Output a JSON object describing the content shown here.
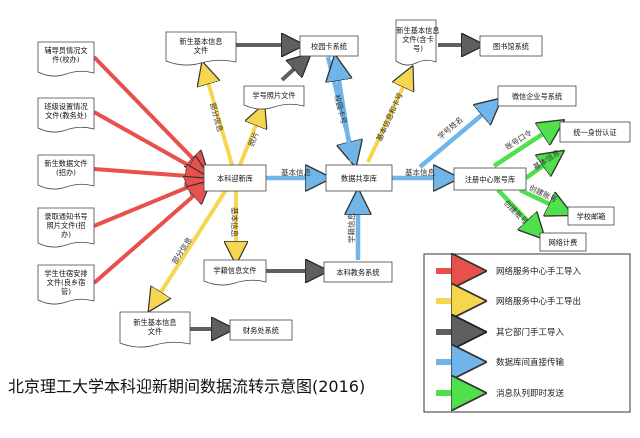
{
  "title": "北京理工大学本科迎新期间数据流转示意图(2016)",
  "colors": {
    "red": "#e8514b",
    "yellow": "#f7d64f",
    "gray": "#5f5f5f",
    "blue": "#6fb5ea",
    "green": "#4fe04c"
  },
  "nodes": {
    "n_fudao": [
      "辅导员情况文",
      "件(校办)"
    ],
    "n_banji": [
      "班级设置情况",
      "文件(教务处)"
    ],
    "n_xinsheng_shuju": [
      "新生数据文件",
      "(招办)"
    ],
    "n_luqu": [
      "录取通知书号",
      "照片文件(招",
      "办)"
    ],
    "n_zhusu": [
      "学生住宿安排",
      "文件(良乡宿",
      "管)"
    ],
    "n_xsjbxx_top": [
      "新生基本信息",
      "文件"
    ],
    "n_xuehao_photo": [
      "学号照片文件"
    ],
    "n_xiaoyuanka": [
      "校园卡系统"
    ],
    "n_xsjbxx_card": [
      "新生基本信息",
      "文件(含卡",
      "号)"
    ],
    "n_tushuguan": [
      "图书馆系统"
    ],
    "n_weixin": [
      "微信企业号系统"
    ],
    "n_tongyi": [
      "统一身份认证"
    ],
    "n_yingxin": [
      "本科迎新库"
    ],
    "n_gongxiang": [
      "数据共享库"
    ],
    "n_zhuce": [
      "注册中心账号库"
    ],
    "n_youxiang": [
      "学校邮箱"
    ],
    "n_jifei": [
      "网络计费"
    ],
    "n_xueji": [
      "学籍信息文件"
    ],
    "n_jiaowu": [
      "本科教务系统"
    ],
    "n_xsjbxx_bottom": [
      "新生基本信息",
      "文件"
    ],
    "n_caiwu": [
      "财务处系统"
    ]
  },
  "edge_labels": {
    "e_yx_xs": "部分信息",
    "e_yx_photo": "照片",
    "e_yx_gx": "基本信息",
    "e_gx_card": "校园卡号",
    "e_card_gx": "校园卡号",
    "e_gx_info_card": "基本信息和卡号",
    "e_gx_zc": "基本信息",
    "e_zc_weixin": "学号姓名",
    "e_zc_tongyi": "账号口令",
    "e_zc_tongyi2": "基本信息",
    "e_zc_youxiang": "创建账号",
    "e_zc_jifei": "创建账号",
    "e_yx_xueji": "基本信息",
    "e_jw_gx": "学籍信息",
    "e_yx_bottom": "部分信息"
  },
  "legend": [
    {
      "color": "red",
      "label": "网络服务中心手工导入"
    },
    {
      "color": "yellow",
      "label": "网络服务中心手工导出"
    },
    {
      "color": "gray",
      "label": "其它部门手工导入"
    },
    {
      "color": "blue",
      "label": "数据库间直接传输"
    },
    {
      "color": "green",
      "label": "消息队列即时发送"
    }
  ]
}
